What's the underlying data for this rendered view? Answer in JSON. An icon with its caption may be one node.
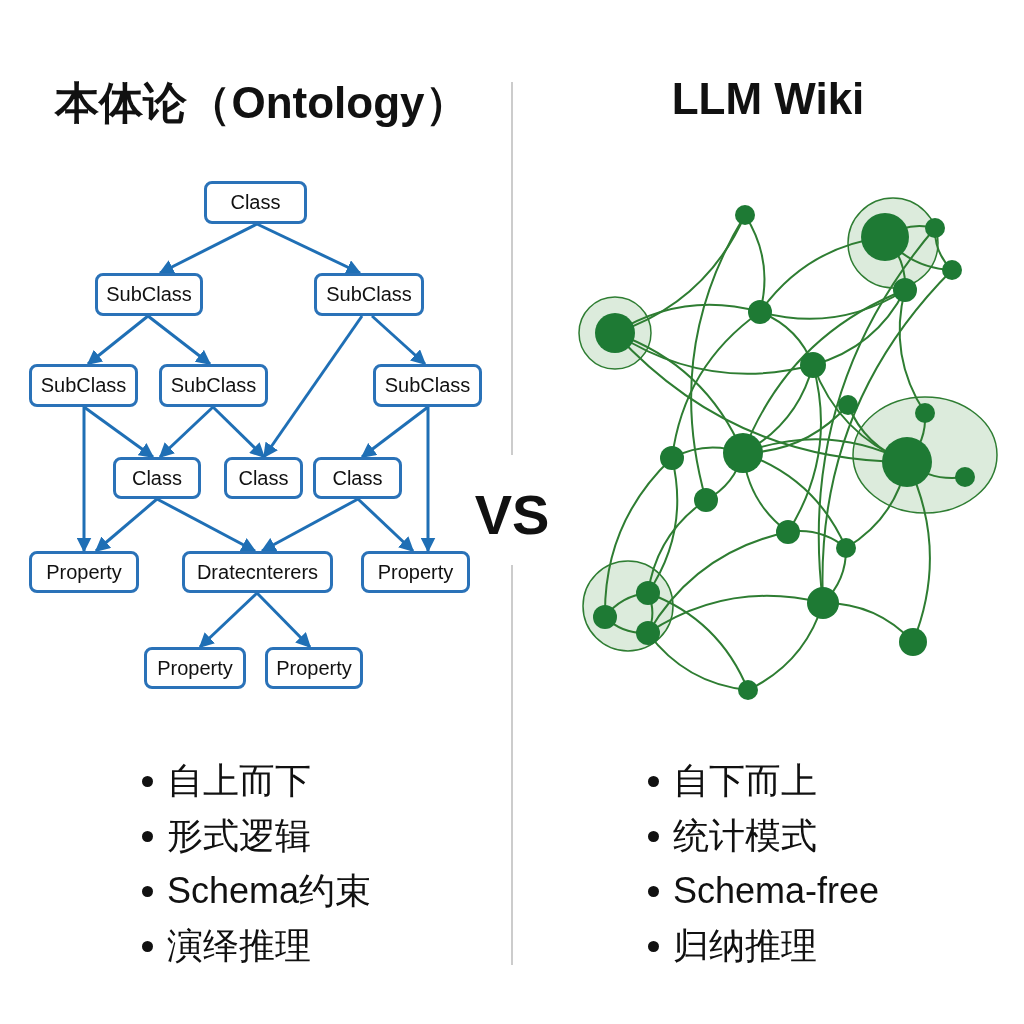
{
  "diagram": {
    "nodes": [
      {
        "text": [
          "Class"
        ]
      },
      {
        "text": [
          "SubClass"
        ]
      },
      {
        "text": [
          "SubClass"
        ]
      },
      {
        "text": [
          "SubClass"
        ]
      },
      {
        "text": [
          "SubClass"
        ]
      },
      {
        "text": [
          "SubClass"
        ]
      },
      {
        "text": [
          "Class"
        ]
      },
      {
        "text": [
          "Class"
        ]
      },
      {
        "text": [
          "Class"
        ]
      },
      {
        "text": [
          "Property"
        ]
      },
      {
        "text": [
          "Dratecnterers"
        ]
      },
      {
        "text": [
          "Property"
        ]
      },
      {
        "text": [
          "Property"
        ]
      },
      {
        "text": [
          "Property"
        ]
      }
    ],
    "edges": [
      {
        "from": 0,
        "to": 1,
        "arrow": "to"
      },
      {
        "from": 0,
        "to": 2,
        "arrow": "to"
      },
      {
        "from": 1,
        "to": 3,
        "arrow": "to"
      },
      {
        "from": 1,
        "to": 4,
        "arrow": "to"
      },
      {
        "from": 2,
        "to": 7,
        "arrow": "to"
      },
      {
        "from": 2,
        "to": 5,
        "arrow": "to"
      },
      {
        "from": 3,
        "to": 9,
        "arrow": "to"
      },
      {
        "from": 3,
        "to": 6,
        "arrow": "to"
      },
      {
        "from": 4,
        "to": 6,
        "arrow": "to"
      },
      {
        "from": 4,
        "to": 7,
        "arrow": "to"
      },
      {
        "from": 5,
        "to": 8,
        "arrow": "to"
      },
      {
        "from": 5,
        "to": 11,
        "arrow": "to"
      },
      {
        "from": 6,
        "to": 9,
        "arrow": "to"
      },
      {
        "from": 6,
        "to": 10,
        "arrow": "to"
      },
      {
        "from": 8,
        "to": 10,
        "arrow": "to"
      },
      {
        "from": 8,
        "to": 11,
        "arrow": "to"
      },
      {
        "from": 10,
        "to": 12,
        "arrow": "to"
      },
      {
        "from": 10,
        "to": 13,
        "arrow": "to"
      }
    ],
    "labels": [
      "本体论（Ontology）",
      "LLM Wiki",
      "VS",
      "自上而下",
      "形式逻辑",
      "Schema约束",
      "演绎推理",
      "自下而上",
      "统计模式",
      "Schema-free",
      "归纳推理"
    ]
  }
}
